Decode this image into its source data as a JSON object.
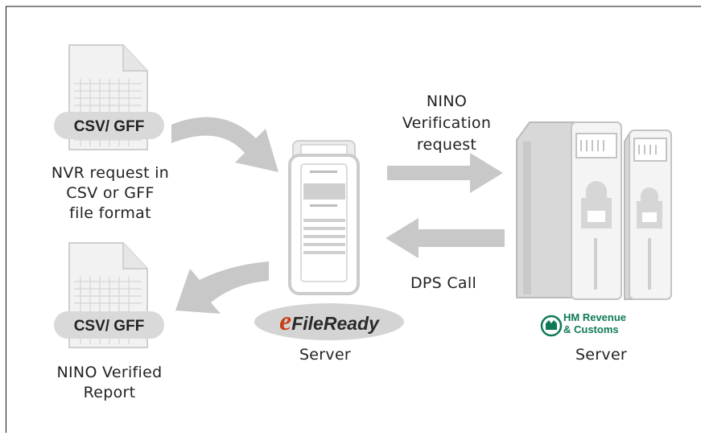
{
  "documents": [
    {
      "badge": "CSV/ GFF",
      "caption_lines": [
        "NVR request in",
        "CSV or GFF",
        "file format"
      ]
    },
    {
      "badge": "CSV/ GFF",
      "caption_lines": [
        "NINO Verified",
        "Report"
      ]
    }
  ],
  "efileready": {
    "logo_e": "e",
    "logo_text": "FileReady",
    "caption": "Server"
  },
  "hmrc": {
    "logo_lines": [
      "HM Revenue",
      "& Customs"
    ],
    "caption": "Server"
  },
  "flows": {
    "request_lines": [
      "NINO",
      "Verification",
      "request"
    ],
    "return_label": "DPS Call"
  },
  "colors": {
    "arrow": "#c8c8c8",
    "document_fill": "#f2f2f2",
    "device_outline": "#cccccc",
    "hmrc_green": "#0e7a55",
    "efileready_red": "#c8401a"
  },
  "icons": [
    "document-icon",
    "server-icon",
    "hmrc-server-icon",
    "arrow-icon",
    "hmrc-crest-icon"
  ]
}
